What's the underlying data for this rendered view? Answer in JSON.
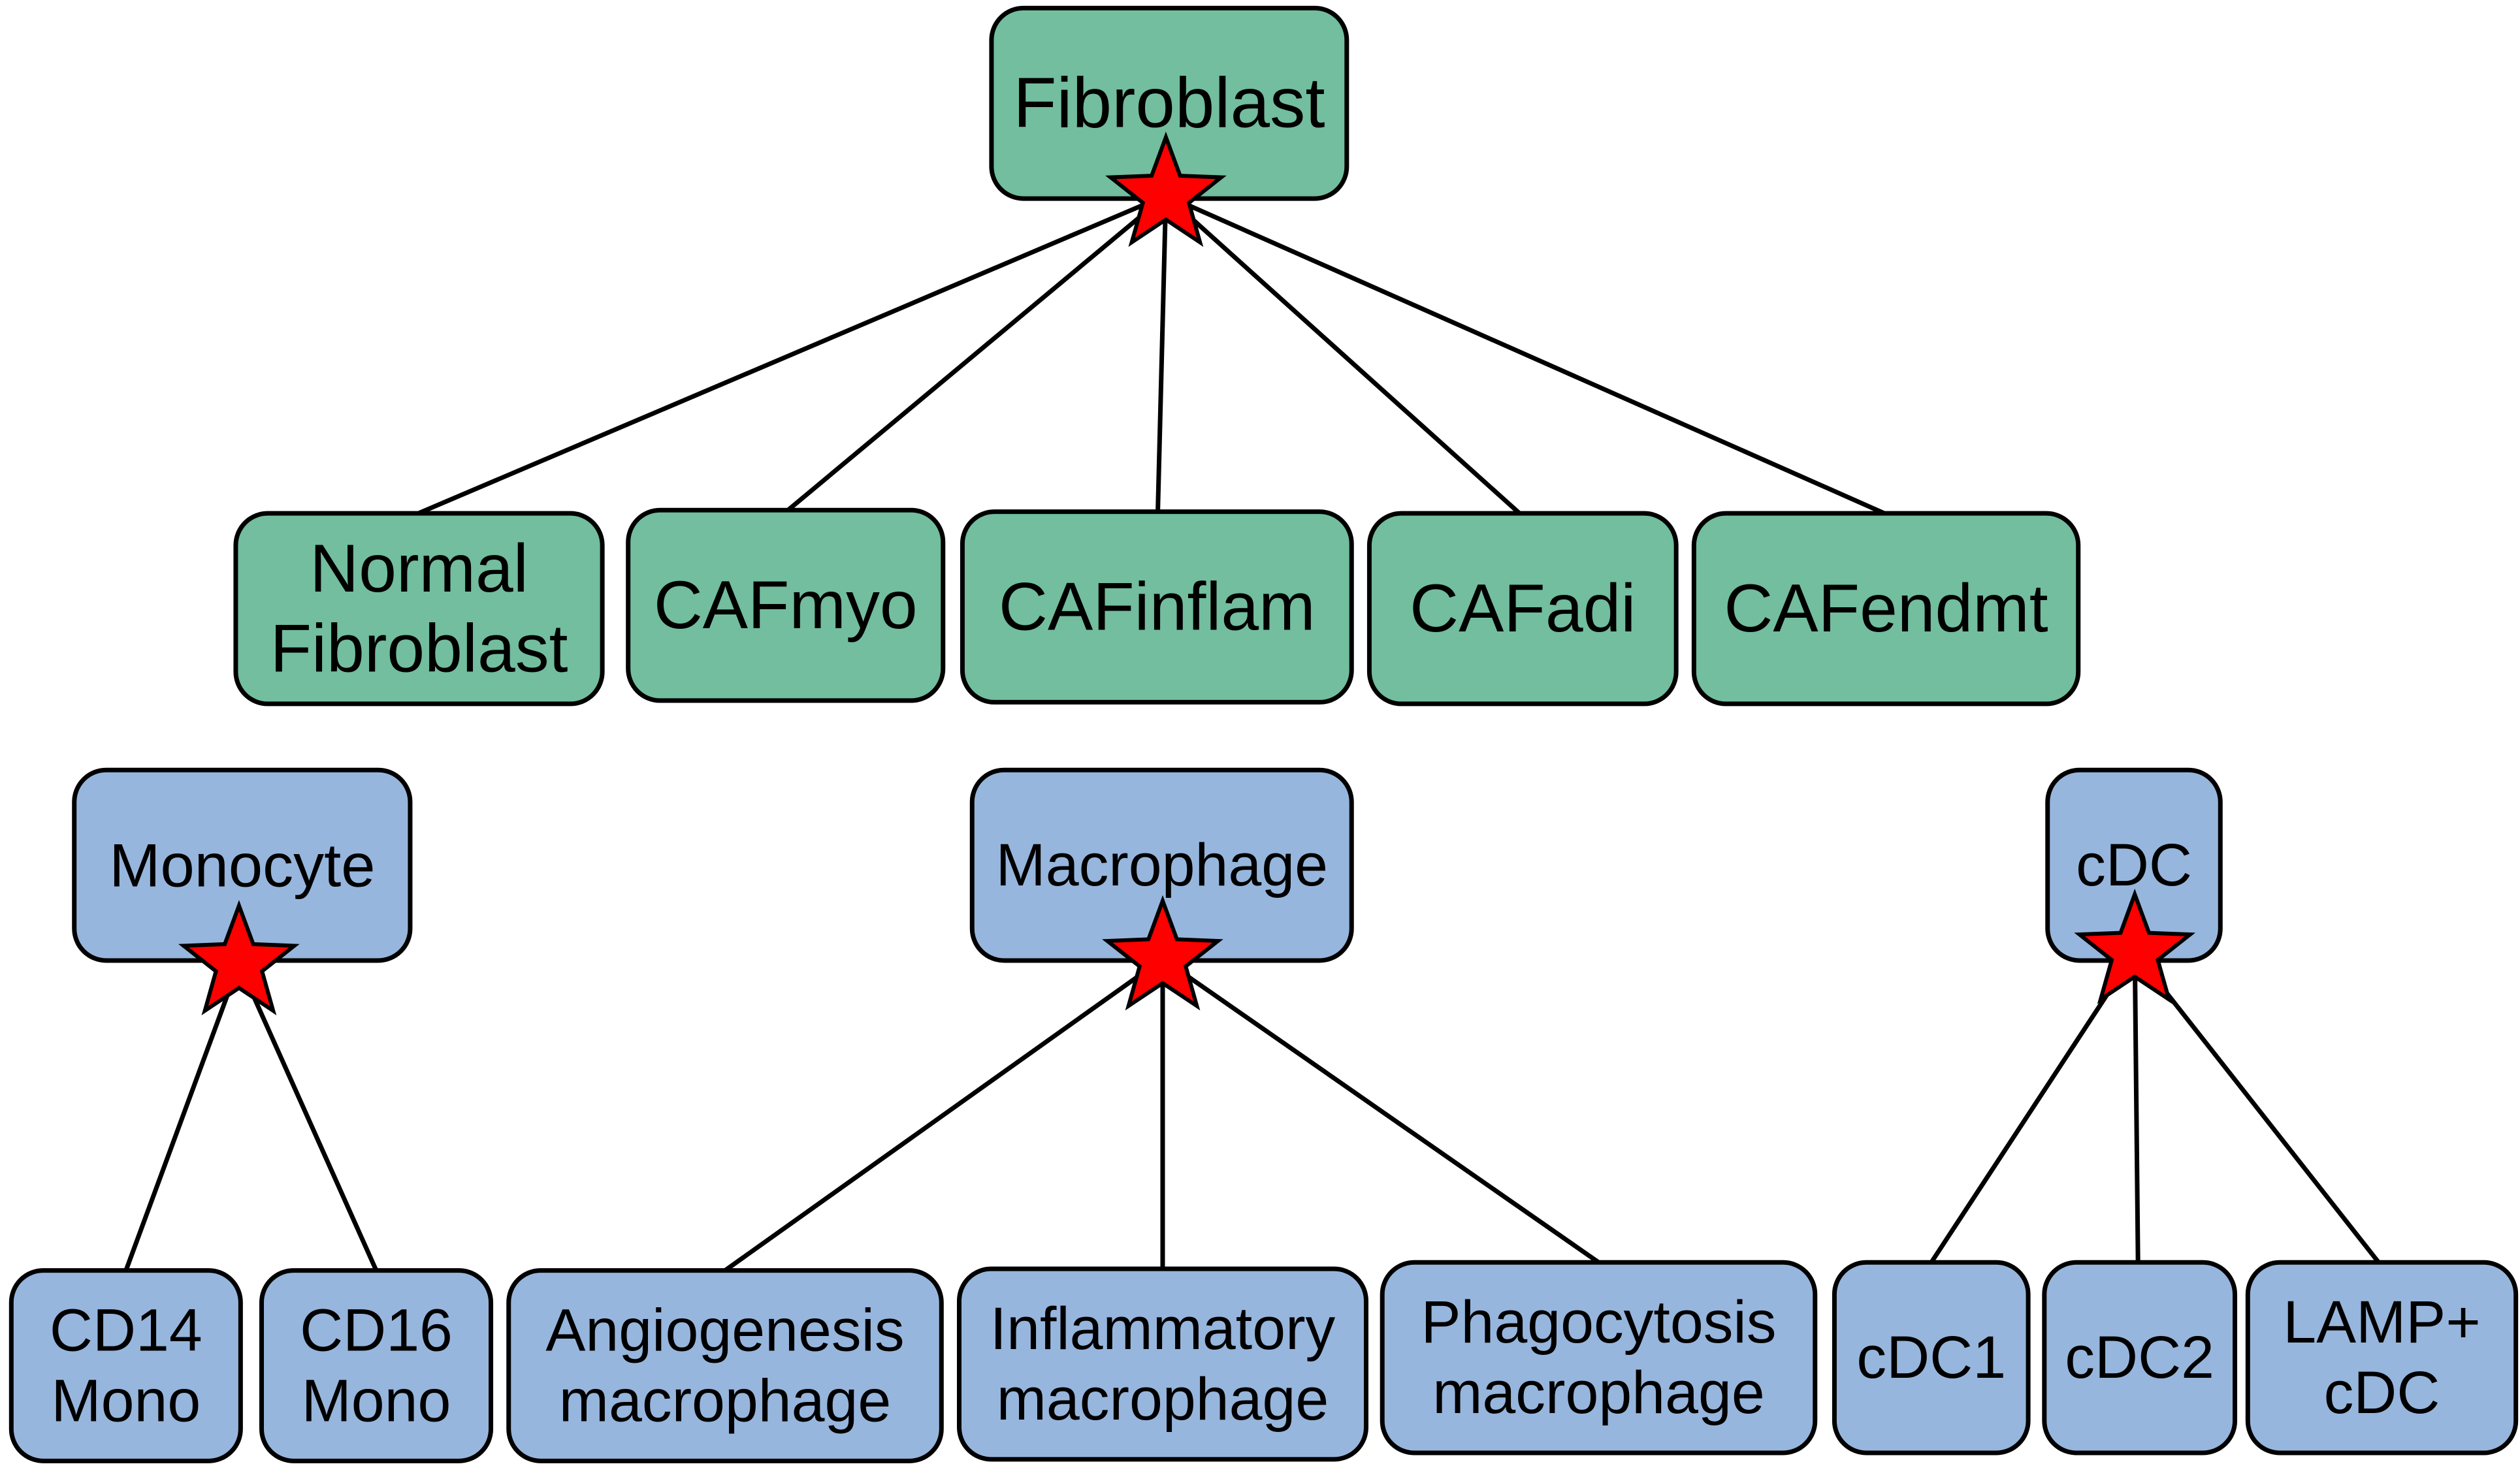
{
  "colors": {
    "fibroblast_fill": "#72be9f",
    "myeloid_fill": "#97b6dd",
    "star_fill": "#ff0000",
    "line": "#000000"
  },
  "nodes": {
    "fibroblast": [
      "Fibroblast"
    ],
    "normal_fibroblast": [
      "Normal",
      "Fibroblast"
    ],
    "cafmyo": [
      "CAFmyo"
    ],
    "cafinflam": [
      "CAFinflam"
    ],
    "cafadi": [
      "CAFadi"
    ],
    "cafendmt": [
      "CAFendmt"
    ],
    "monocyte": [
      "Monocyte"
    ],
    "macrophage": [
      "Macrophage"
    ],
    "cdc": [
      "cDC"
    ],
    "cd14_mono": [
      "CD14",
      "Mono"
    ],
    "cd16_mono": [
      "CD16",
      "Mono"
    ],
    "angiogenesis_macrophage": [
      "Angiogenesis",
      "macrophage"
    ],
    "inflammatory_macrophage": [
      "Inflammatory",
      "macrophage"
    ],
    "phagocytosis_macrophage": [
      "Phagocytosis",
      "macrophage"
    ],
    "cdc1": [
      "cDC1"
    ],
    "cdc2": [
      "cDC2"
    ],
    "lamp_cdc": [
      "LAMP+",
      "cDC"
    ]
  },
  "edges": [
    [
      "fibroblast",
      "normal_fibroblast"
    ],
    [
      "fibroblast",
      "cafmyo"
    ],
    [
      "fibroblast",
      "cafinflam"
    ],
    [
      "fibroblast",
      "cafadi"
    ],
    [
      "fibroblast",
      "cafendmt"
    ],
    [
      "monocyte",
      "cd14_mono"
    ],
    [
      "monocyte",
      "cd16_mono"
    ],
    [
      "macrophage",
      "angiogenesis_macrophage"
    ],
    [
      "macrophage",
      "inflammatory_macrophage"
    ],
    [
      "macrophage",
      "phagocytosis_macrophage"
    ],
    [
      "cdc",
      "cdc1"
    ],
    [
      "cdc",
      "cdc2"
    ],
    [
      "cdc",
      "lamp_cdc"
    ]
  ],
  "starred_nodes": [
    "fibroblast",
    "monocyte",
    "macrophage",
    "cdc"
  ]
}
